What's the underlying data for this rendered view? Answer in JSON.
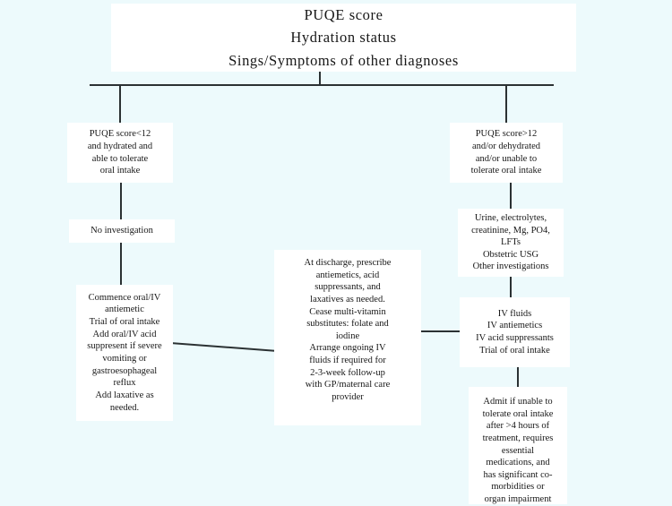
{
  "diagram": {
    "title": "PUQE score / Hydration status management flowchart",
    "background_color": "#edfafc",
    "node_fill_color": "#ffffff",
    "connector_color": "#2b3133",
    "nodes": {
      "header": {
        "name": "assessment-header",
        "lines": [
          "PUQE score",
          "Hydration status",
          "Sings/Symptoms of other diagnoses"
        ]
      },
      "branch_left": {
        "name": "mild-criteria",
        "lines": [
          "PUQE score<12",
          "and hydrated and",
          "able to tolerate",
          "oral intake"
        ]
      },
      "branch_right": {
        "name": "severe-criteria",
        "lines": [
          "PUQE score>12",
          "and/or dehydrated",
          "and/or unable to",
          "tolerate oral intake"
        ]
      },
      "no_investigation": {
        "name": "no-investigation",
        "lines": [
          "No investigation"
        ]
      },
      "investigations": {
        "name": "investigations",
        "lines": [
          "Urine, electrolytes,",
          "creatinine, Mg, PO4,",
          "LFTs",
          "Obstetric USG",
          "Other investigations"
        ]
      },
      "oral_treatment": {
        "name": "oral-treatment",
        "lines": [
          "Commence oral/IV",
          "antiemetic",
          "Trial of oral intake",
          "Add oral/IV acid",
          "suppresent if severe",
          "vomiting or",
          "gastroesophageal",
          "reflux",
          "Add laxative as",
          "needed."
        ]
      },
      "discharge": {
        "name": "discharge-plan",
        "lines": [
          "At discharge, prescribe",
          "antiemetics, acid",
          "suppressants, and",
          "laxatives as needed.",
          "Cease multi-vitamin",
          "substitutes: folate and",
          "iodine",
          "Arrange ongoing IV",
          "fluids if required for",
          "2-3-week follow-up",
          "with GP/maternal care",
          "provider"
        ]
      },
      "iv_treatment": {
        "name": "iv-treatment",
        "lines": [
          "IV fluids",
          "IV antiemetics",
          "IV acid suppressants",
          "Trial of oral intake"
        ]
      },
      "admit": {
        "name": "admission-criteria",
        "lines": [
          "Admit if unable to",
          "tolerate oral intake",
          "after >4 hours of",
          "treatment, requires",
          "essential",
          "medications, and",
          "has significant co-",
          "morbidities or",
          "organ impairment"
        ]
      }
    }
  }
}
